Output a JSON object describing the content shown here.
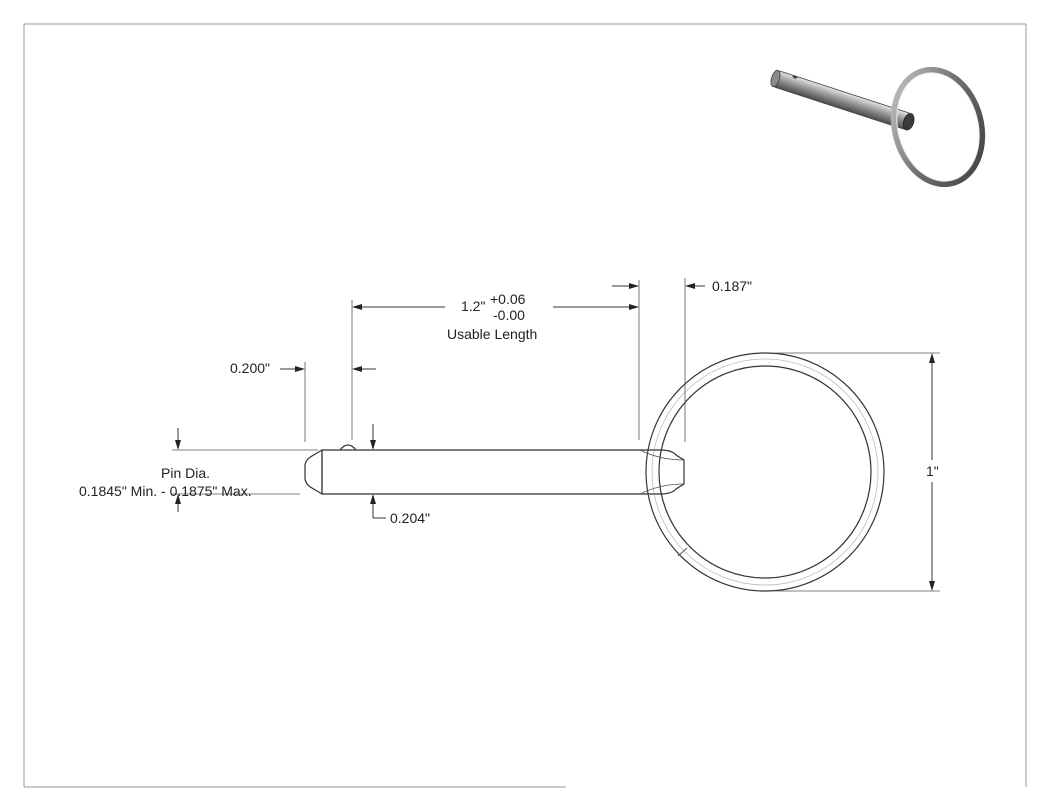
{
  "dimensions": {
    "usable_length_nominal": "1.2\"",
    "usable_length_tol_plus": "+0.06",
    "usable_length_tol_minus": "-0.00",
    "usable_length_label": "Usable Length",
    "ring_gap": "0.187\"",
    "chamfer_offset": "0.200\"",
    "pin_dia_label": "Pin Dia.",
    "pin_dia_range": "0.1845\" Min. - 0.1875\" Max.",
    "hole_offset": "0.204\"",
    "ring_diameter": "1\""
  },
  "colors": {
    "frame": "#9a9a9a",
    "line": "#333333",
    "shade_dark": "#5a5a5a",
    "shade_light": "#d8d8d8"
  }
}
